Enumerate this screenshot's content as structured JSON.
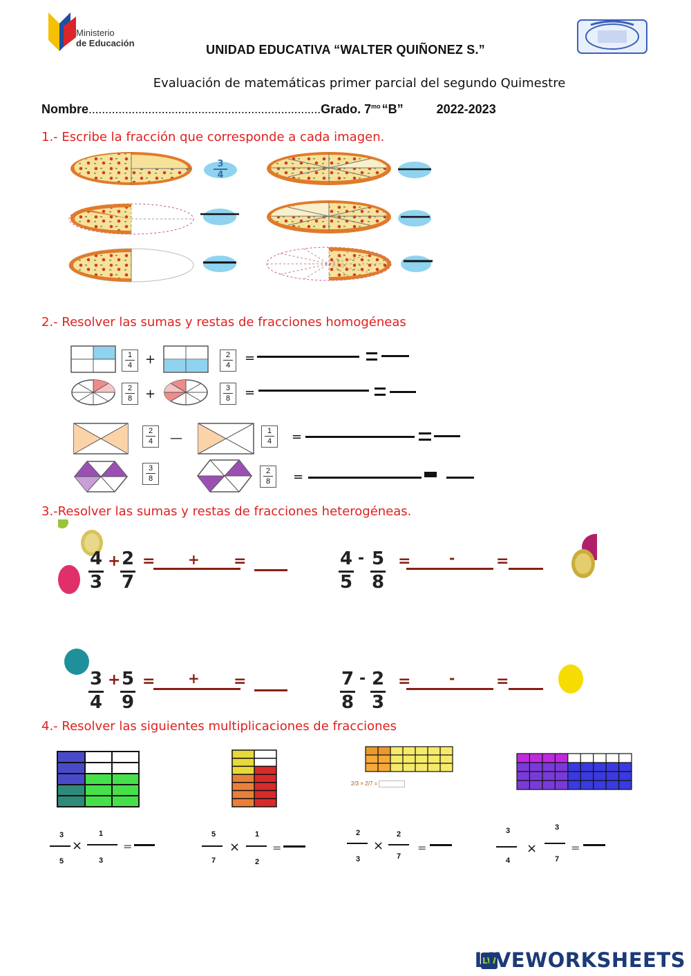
{
  "header": {
    "ministry_line1": "Ministerio",
    "ministry_line2": "de Educación",
    "school_name": "UNIDAD EDUCATIVA “WALTER QUIÑONEZ S.”",
    "evaluation": "Evaluación de matemáticas primer parcial del segundo Quimestre",
    "name_label": "Nombre",
    "name_dots": "......................................................................",
    "grade_label": "Grado. 7",
    "grade_sup": "mo",
    "grade_section": "“B”",
    "year": "2022-2023"
  },
  "section1": {
    "heading": "1.- Escribe la fracción que corresponde a cada imagen.",
    "example_numerator": "3",
    "example_denominator": "4"
  },
  "section2": {
    "heading": "2.- Resolver las sumas y restas de fracciones homogéneas",
    "rows": [
      {
        "a_num": "1",
        "a_den": "4",
        "op": "+",
        "b_num": "2",
        "b_den": "4"
      },
      {
        "a_num": "2",
        "a_den": "8",
        "op": "+",
        "b_num": "3",
        "b_den": "8"
      },
      {
        "a_num": "2",
        "a_den": "4",
        "op": "—",
        "b_num": "1",
        "b_den": "4"
      },
      {
        "a_num": "3",
        "a_den": "8",
        "op": "",
        "b_num": "2",
        "b_den": "8"
      }
    ],
    "equals": "="
  },
  "section3": {
    "heading": "3.-Resolver las sumas y restas de fracciones heterogéneas.",
    "problems": [
      {
        "a_num": "4",
        "a_den": "3",
        "op": "+",
        "b_num": "2",
        "b_den": "7",
        "mid_op": "+"
      },
      {
        "a_num": "4",
        "a_den": "5",
        "op": "-",
        "b_num": "5",
        "b_den": "8",
        "mid_op": "-"
      },
      {
        "a_num": "3",
        "a_den": "4",
        "op": "+",
        "b_num": "5",
        "b_den": "9",
        "mid_op": "+"
      },
      {
        "a_num": "7",
        "a_den": "8",
        "op": "-",
        "b_num": "2",
        "b_den": "3",
        "mid_op": "-"
      }
    ],
    "equals": "="
  },
  "section4": {
    "heading": "4.- Resolver las siguientes multiplicaciones de fracciones",
    "mini_expression": "2/3 × 2/7 =",
    "problems": [
      {
        "a_num": "3",
        "a_den": "5",
        "b_num": "1",
        "b_den": "3"
      },
      {
        "a_num": "5",
        "a_den": "7",
        "b_num": "1",
        "b_den": "2"
      },
      {
        "a_num": "2",
        "a_den": "3",
        "b_num": "2",
        "b_den": "7"
      },
      {
        "a_num": "3",
        "a_den": "4",
        "b_num": "3",
        "b_den": "7"
      }
    ],
    "times": "×",
    "equals": "="
  },
  "footer": {
    "brand_letters": "LW",
    "brand": "LIVEWORKSHEETS"
  },
  "colors": {
    "heading_red": "#e0201e",
    "maroon": "#8a1e12",
    "pizza_crust": "#e07a2a",
    "pizza_cheese": "#f6e29a",
    "blue_fill": "#8fd3f0",
    "pink_fill": "#f08b8b",
    "peach_fill": "#fbd3a8",
    "purple_fill": "#9b4fb3"
  }
}
